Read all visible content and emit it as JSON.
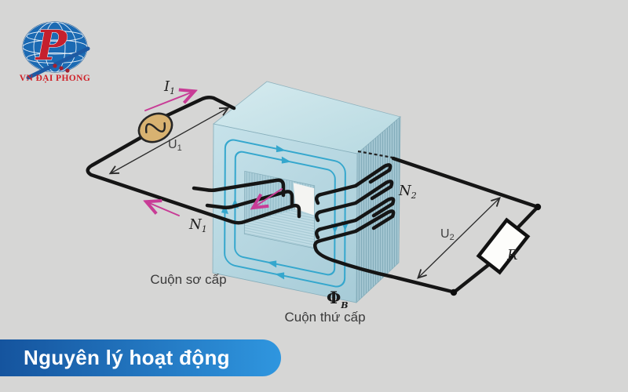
{
  "background_color": "#d6d6d5",
  "logo": {
    "monogram": "P",
    "company": "VN ĐẠI PHONG",
    "globe_color": "#1b6ab3",
    "accent_red": "#c5202d"
  },
  "banner": {
    "title": "Nguyên lý hoạt động",
    "gradient_left": "#15549e",
    "gradient_right": "#2f96df",
    "text_color": "#ffffff"
  },
  "diagram": {
    "labels": {
      "current_primary": {
        "base": "I",
        "sub": "1"
      },
      "voltage_primary": {
        "base": "U",
        "sub": "1"
      },
      "turns_primary": {
        "base": "N",
        "sub": "1"
      },
      "turns_secondary": {
        "base": "N",
        "sub": "2"
      },
      "voltage_secondary": {
        "base": "U",
        "sub": "2"
      },
      "load": {
        "base": "R"
      },
      "flux": {
        "base": "Φ",
        "sub": "B"
      },
      "primary_coil": "Cuộn sơ cấp",
      "secondary_coil": "Cuộn thứ cấp"
    },
    "colors": {
      "core_face": "#b7d8e1",
      "flux_line": "#35a7cd",
      "wire": "#151515",
      "current_arrow": "#c83c96",
      "source_fill": "#d8b271"
    }
  }
}
